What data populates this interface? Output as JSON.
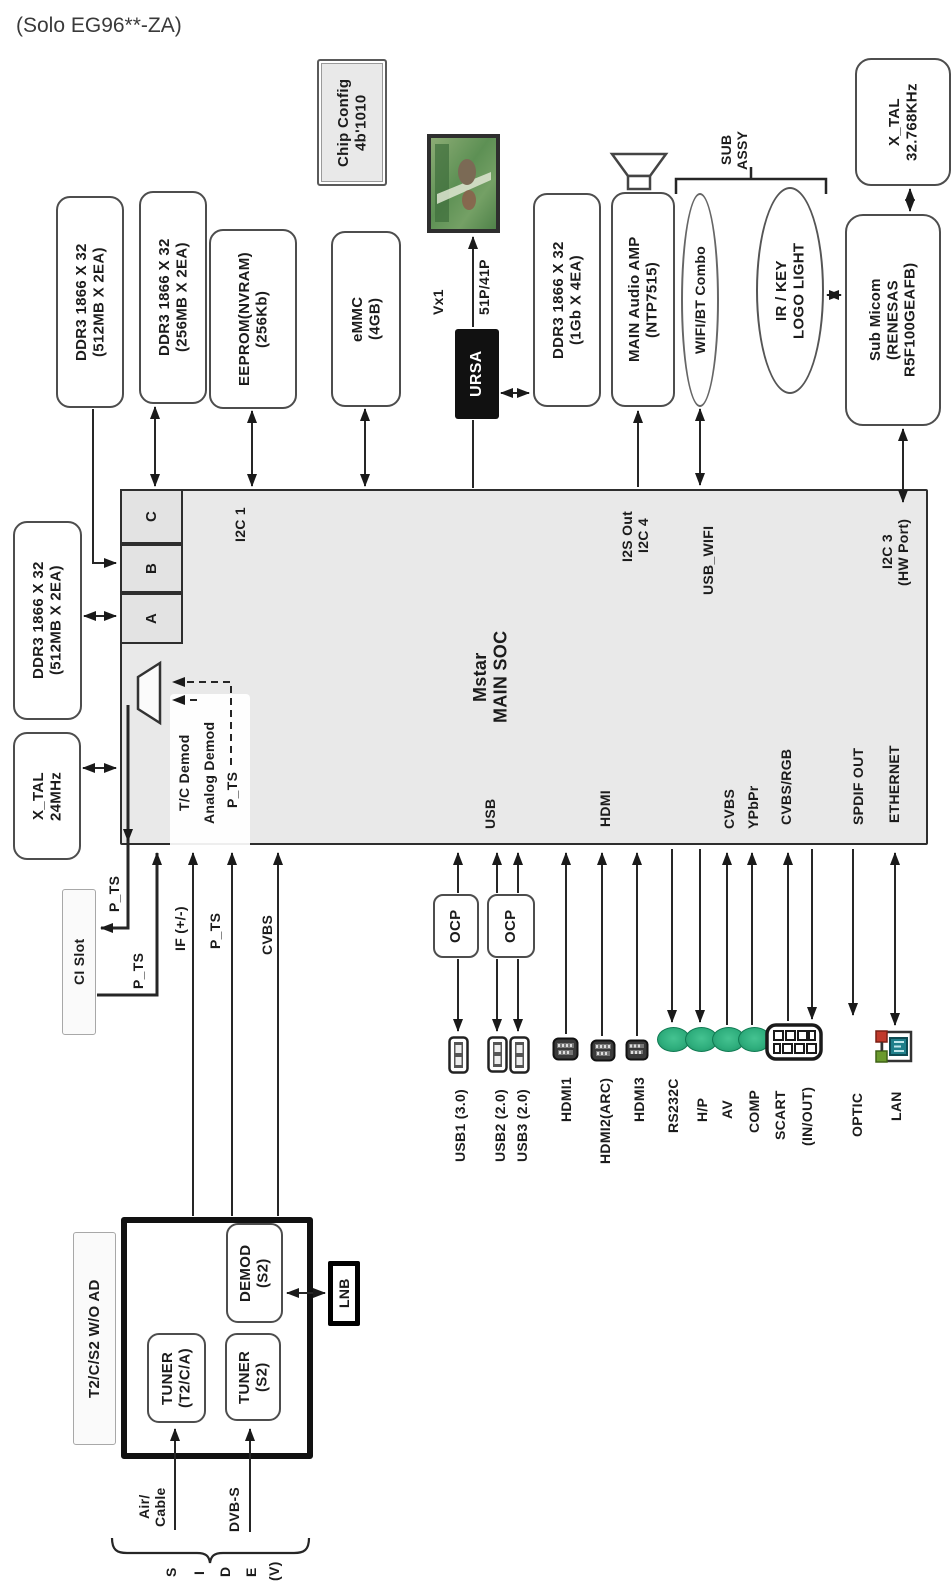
{
  "title": "(Solo EG96**-ZA)",
  "soc": {
    "name": "Mstar\nMAIN SOC",
    "port_a": "A",
    "port_b": "B",
    "port_c": "C",
    "i2c1": "I2C 1",
    "i2s": "I2S Out\nI2C 4",
    "usb_wifi": "USB_WIFI",
    "i2c3": "I2C 3\n(HW Port)",
    "usb": "USB",
    "hdmi": "HDMI",
    "cvbs": "CVBS",
    "ypbpr": "YPbPr",
    "cvbs_rgb": "CVBS/RGB",
    "spdif": "SPDIF OUT",
    "ethernet": "ETHERNET",
    "tc_demod": "T/C Demod",
    "analog_demod": "Analog Demod",
    "p_ts": "P_TS"
  },
  "modules": {
    "ddr3_512_a": "DDR3 1866 X 32\n(512MB X 2EA)",
    "ddr3_256": "DDR3 1866 X 32\n(256MB X 2EA)",
    "eeprom": "EEPROM(NVRAM)\n(256Kb)",
    "chip_config": "Chip Config\n4b'1010",
    "emmc": "eMMC\n(4GB)",
    "ursa": "URSA",
    "vx1": "Vx1",
    "panel_link": "51P/41P",
    "ddr3_1gb": "DDR3 1866 X 32\n(1Gb X 4EA)",
    "audio_amp": "MAIN Audio AMP\n(NTP7515)",
    "wifi_bt": "WIFI/BT Combo",
    "sub_assy": "SUB\nASSY",
    "ir_key": "IR / KEY\nLOGO LIGHT",
    "sub_micom": "Sub Micom\n(RENESAS\nR5F100GEAFB)",
    "xtal_32k": "X_TAL\n32.768KHz",
    "ddr3_512_b": "DDR3 1866 X 32\n(512MB X 2EA)",
    "xtal_24m": "X_TAL\n24MHz",
    "ci_slot": "CI Slot"
  },
  "signals": {
    "p_ts_out": "P_TS",
    "p_ts_in": "P_TS",
    "if_in": "IF (+/-)",
    "p_ts_tuner": "P_TS",
    "cvbs_tuner": "CVBS"
  },
  "rear_ports": {
    "ocp_1": "OCP",
    "ocp_2": "OCP",
    "usb1": "USB1 (3.0)",
    "usb2": "USB2 (2.0)",
    "usb3": "USB3 (2.0)",
    "hdmi1": "HDMI1",
    "hdmi2": "HDMI2(ARC)",
    "hdmi3": "HDMI3",
    "rs232c": "RS232C",
    "hp": "H/P",
    "av": "AV",
    "comp": "COMP",
    "scart": "SCART",
    "scart_dir": "(IN/OUT)",
    "optic": "OPTIC",
    "lan": "LAN"
  },
  "tuner": {
    "label": "T2/C/S2 W/O AD",
    "demod_s2": "DEMOD\n(S2)",
    "tuner_tc": "TUNER\n(T2/C/A)",
    "tuner_s2": "TUNER\n(S2)",
    "lnb": "LNB",
    "air_cable": "Air/\nCable",
    "dvb_s": "DVB-S",
    "side_letters": [
      "S",
      "I",
      "D",
      "E",
      "(V)"
    ]
  },
  "colors": {
    "soc_fill": "#e9e9e9",
    "jack_green": "#2fae7d",
    "lan_red": "#c0392b",
    "lan_green": "#6a9a2d",
    "lan_port": "#1f7f8a",
    "line": "#262626"
  }
}
